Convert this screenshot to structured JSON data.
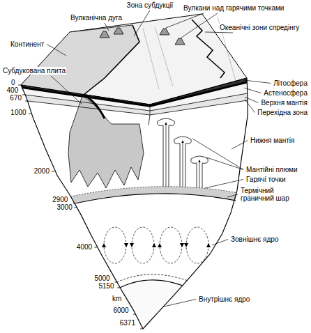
{
  "diagram": {
    "labels": [
      "Зона субдукції",
      "Вулкани над гарячими точками",
      "Вулканічна дуга",
      "Океанічні зони спредінгу",
      "Континент",
      "Субдукована плита",
      "Літосфера",
      "Астеносфера",
      "Верхня мантія",
      "Перехідна зона",
      "0",
      "400",
      "670",
      "1000",
      "Нижня мантія",
      "Мантійні плюми",
      "Гарячі точки",
      "2000",
      "2900",
      "3000",
      "Термічний граничний шар",
      "4000",
      "Зовнішнє ядро",
      "5000",
      "5150",
      "Внутрішнє ядро",
      "km",
      "6000",
      "6371"
    ]
  }
}
